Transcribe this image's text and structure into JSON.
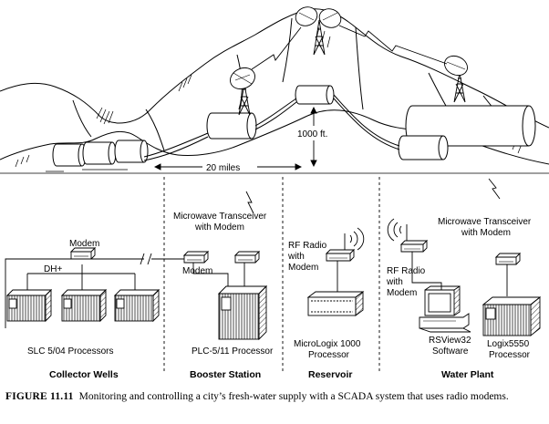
{
  "labels": {
    "distance": "20 miles",
    "elevation": "1000 ft.",
    "mw_left_1": "Microwave Transceiver",
    "mw_left_2": "with Modem",
    "mw_right_1": "Microwave Transceiver",
    "mw_right_2": "with Modem",
    "modem_top": "Modem",
    "dh_plus": "DH+",
    "modem_booster": "Modem",
    "rf_res_1": "RF Radio",
    "rf_res_2": "with",
    "rf_res_3": "Modem",
    "rf_wp_1": "RF Radio",
    "rf_wp_2": "with",
    "rf_wp_3": "Modem",
    "slc": "SLC 5/04 Processors",
    "plc": "PLC-5/11 Processor",
    "micrologix_1": "MicroLogix 1000",
    "micrologix_2": "Processor",
    "rsview_1": "RSView32",
    "rsview_2": "Software",
    "logix_1": "Logix5550",
    "logix_2": "Processor"
  },
  "sites": {
    "collector": "Collector Wells",
    "booster": "Booster Station",
    "reservoir": "Reservoir",
    "water_plant": "Water Plant"
  },
  "caption": {
    "figure": "FIGURE 11.11",
    "text": "Monitoring and controlling a city’s fresh-water supply with a SCADA system that uses radio modems."
  }
}
